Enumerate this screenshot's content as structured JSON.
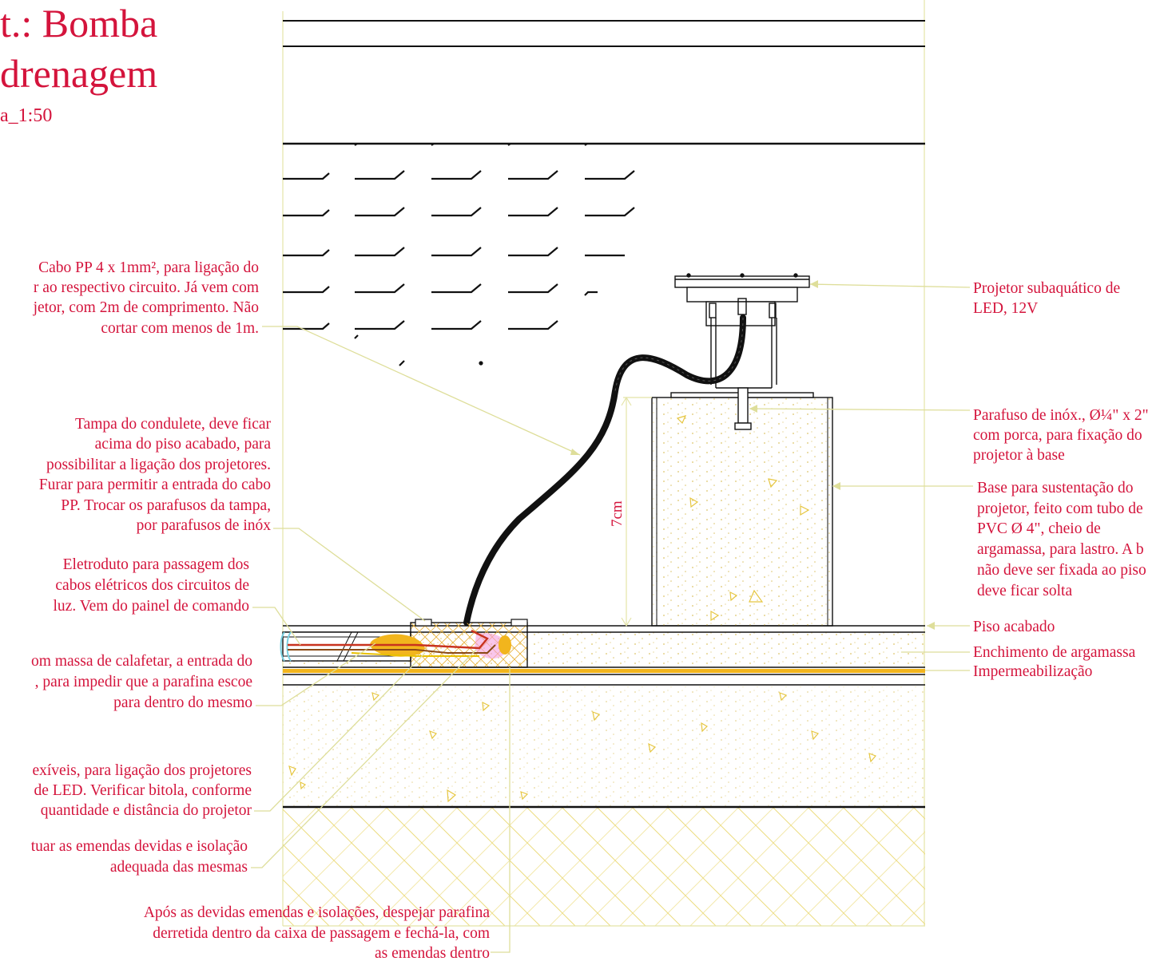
{
  "title": {
    "line1": "t.: Bomba",
    "line2": "drenagem",
    "scale": "a_1:50"
  },
  "dimension": {
    "label": "7cm"
  },
  "notes": {
    "cabo_pp": [
      "Cabo PP 4 x 1mm², para ligação do",
      "r ao respectivo circuito. Já vem com",
      "jetor, com 2m de comprimento. Não",
      "cortar com menos de 1m."
    ],
    "tampa_condulete": [
      "Tampa do condulete, deve ficar",
      "acima do piso acabado, para",
      "possibilitar a ligação dos projetores.",
      "Furar para permitir a entrada do cabo",
      "PP. Trocar os parafusos da tampa,",
      "por parafusos de inóx"
    ],
    "eletroduto": [
      "Eletroduto para passagem dos",
      "cabos elétricos dos circuitos de",
      "luz. Vem do painel de comando"
    ],
    "massa_calafetar": [
      "om massa de calafetar, a entrada do",
      ", para impedir que a parafina escoe",
      "para dentro do mesmo"
    ],
    "cabos_flexiveis": [
      "exíveis, para ligação dos projetores",
      "de LED. Verificar bitola, conforme",
      "quantidade e distância do projetor"
    ],
    "emendas": [
      "tuar as emendas devidas e isolação",
      "adequada das mesmas"
    ],
    "parafina": [
      "Após as devidas emendas e isolações, despejar parafina",
      "derretida dentro da caixa de passagem e fechá-la, com",
      "as emendas dentro"
    ],
    "projetor": [
      "Projetor subaquático de",
      "LED, 12V"
    ],
    "parafuso": [
      "Parafuso de inóx., Ø¼\" x 2\"",
      "com porca, para fixação do",
      "projetor à base"
    ],
    "base": [
      "Base para sustentação do",
      "projetor, feito com tubo de",
      "PVC Ø 4\", cheio de",
      "argamassa, para lastro. A b",
      "não deve ser fixada ao piso",
      "deve ficar solta"
    ],
    "piso": [
      "Piso acabado"
    ],
    "enchimento": [
      "Enchimento de argamassa"
    ],
    "impermeabilizacao": [
      "Impermeabilização"
    ]
  },
  "colors": {
    "text": "#d4143c",
    "leader": "#dede9a",
    "ink": "#111111",
    "hatch": "#ecdc80",
    "membrane": "#f2b51d",
    "aggregate": "#e6c640"
  }
}
